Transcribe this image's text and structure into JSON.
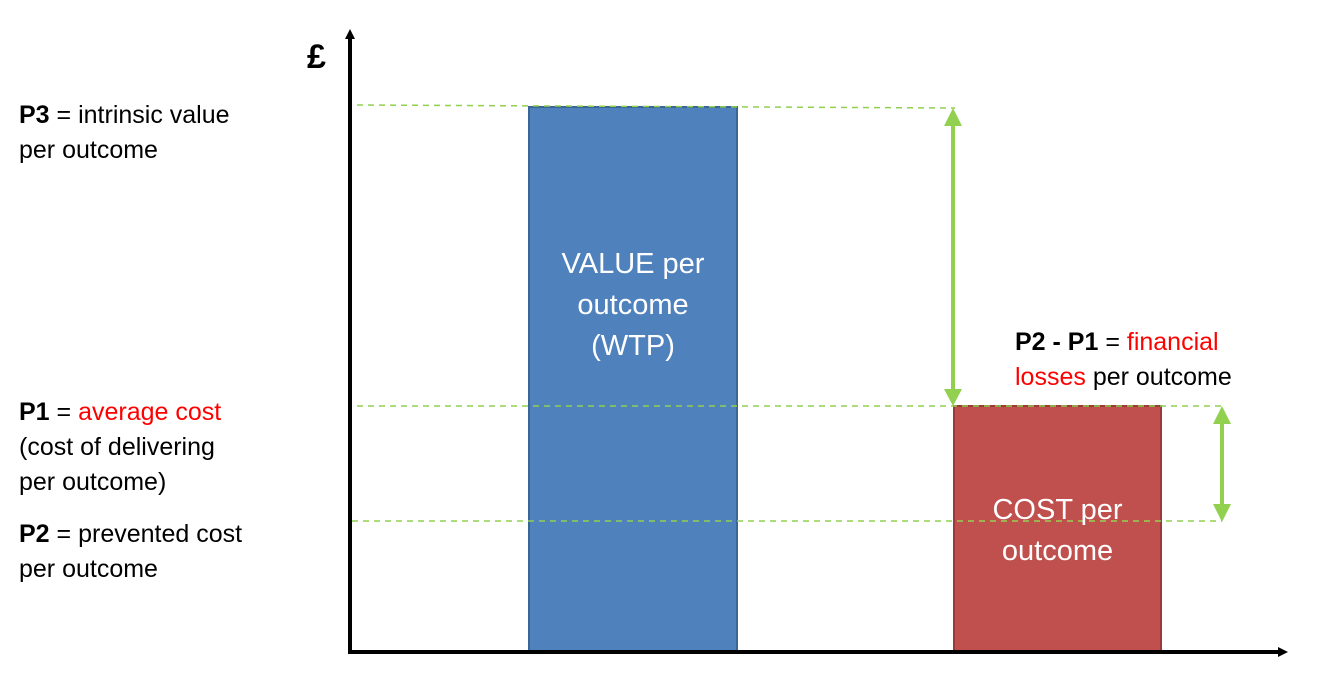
{
  "axis": {
    "y_symbol": "£"
  },
  "colors": {
    "value_bar": "#4f81bd",
    "cost_bar": "#c0504d",
    "arrow": "#92d050",
    "dashed": "#92d050",
    "axis": "#000000",
    "highlight": "#ff0000"
  },
  "labels": {
    "p3": {
      "key": "P3",
      "eq": " = intrinsic value",
      "line2": "per outcome"
    },
    "p1": {
      "key": "P1",
      "eq": " = ",
      "highlight": "average cost",
      "line2": "(cost of delivering",
      "line3": "per outcome)"
    },
    "p2": {
      "key": "P2",
      "eq": " = prevented cost",
      "line2": "per outcome"
    },
    "losses": {
      "key": "P2 - P1",
      "eq": " = ",
      "highlight1": "financial",
      "highlight2": "losses",
      "rest": " per outcome"
    }
  },
  "bars": {
    "value": {
      "line1": "VALUE per",
      "line2": "outcome",
      "line3": "(WTP)"
    },
    "cost": {
      "line1": "COST per",
      "line2": "outcome"
    }
  }
}
